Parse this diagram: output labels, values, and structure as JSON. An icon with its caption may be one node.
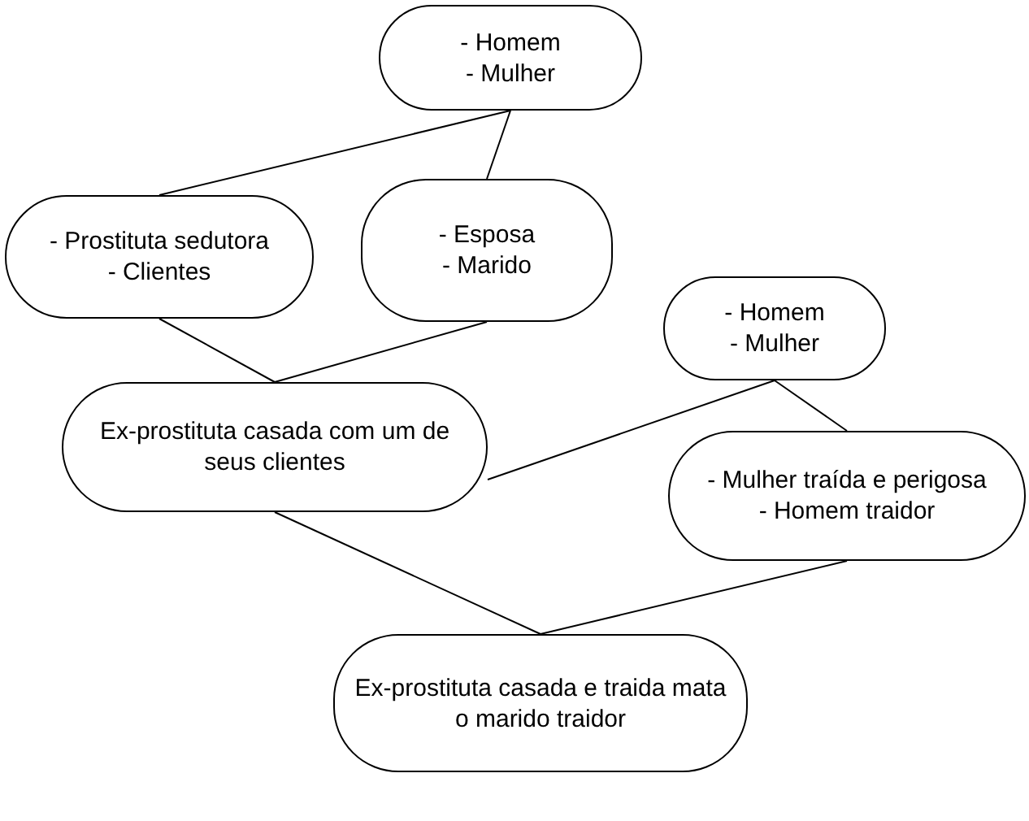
{
  "diagram": {
    "nodes": [
      {
        "text": [
          "- Homem",
          "- Mulher"
        ]
      },
      {
        "text": [
          "- Prostituta sedutora",
          "- Clientes"
        ]
      },
      {
        "text": [
          "- Esposa",
          "- Marido"
        ]
      },
      {
        "text": [
          "- Homem",
          "- Mulher"
        ]
      },
      {
        "text": [
          "Ex-prostituta casada com um de seus clientes"
        ]
      },
      {
        "text": [
          "- Mulher traída e perigosa",
          "- Homem traidor"
        ]
      },
      {
        "text": [
          "Ex-prostituta casada e traida mata o marido traidor"
        ]
      }
    ],
    "edges": [
      {
        "from": 0,
        "to": 1,
        "arrow": "none"
      },
      {
        "from": 0,
        "to": 2,
        "arrow": "none"
      },
      {
        "from": 1,
        "to": 4,
        "arrow": "none"
      },
      {
        "from": 2,
        "to": 4,
        "arrow": "none"
      },
      {
        "from": 3,
        "to": 4,
        "arrow": "none"
      },
      {
        "from": 3,
        "to": 5,
        "arrow": "none"
      },
      {
        "from": 4,
        "to": 6,
        "arrow": "none"
      },
      {
        "from": 5,
        "to": 6,
        "arrow": "none"
      }
    ]
  }
}
